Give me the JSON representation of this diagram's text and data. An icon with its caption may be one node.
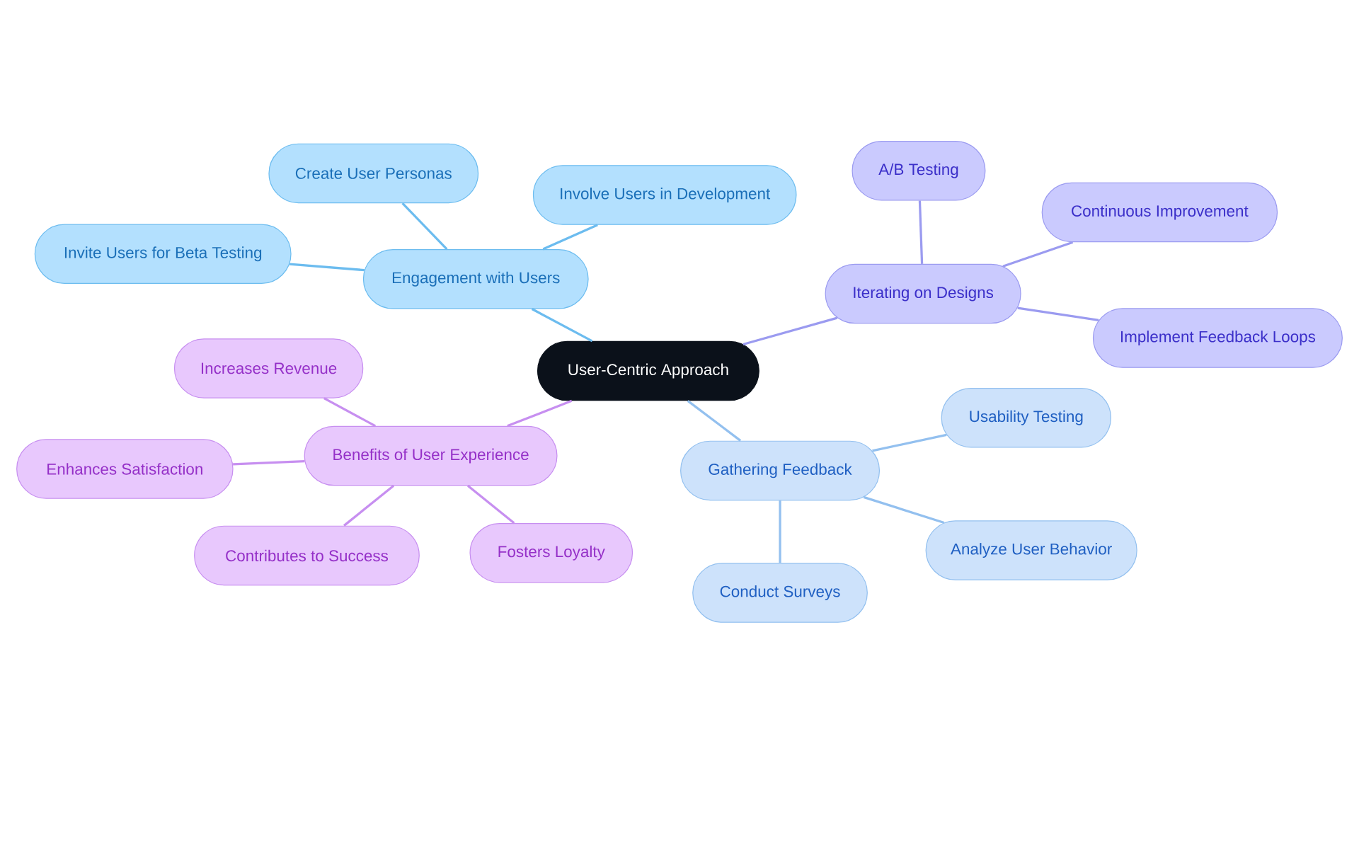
{
  "diagram": {
    "nodes": [
      {
        "text": [
          "User-Centric Approach"
        ]
      },
      {
        "text": [
          "Engagement with Users"
        ]
      },
      {
        "text": [
          "Create User Personas"
        ]
      },
      {
        "text": [
          "Involve Users in Development"
        ]
      },
      {
        "text": [
          "Invite Users for Beta Testing"
        ]
      },
      {
        "text": [
          "Iterating on Designs"
        ]
      },
      {
        "text": [
          "A/B Testing"
        ]
      },
      {
        "text": [
          "Continuous Improvement"
        ]
      },
      {
        "text": [
          "Implement Feedback Loops"
        ]
      },
      {
        "text": [
          "Gathering Feedback"
        ]
      },
      {
        "text": [
          "Usability Testing"
        ]
      },
      {
        "text": [
          "Analyze User Behavior"
        ]
      },
      {
        "text": [
          "Conduct Surveys"
        ]
      },
      {
        "text": [
          "Benefits of User Experience"
        ]
      },
      {
        "text": [
          "Increases Revenue"
        ]
      },
      {
        "text": [
          "Enhances Satisfaction"
        ]
      },
      {
        "text": [
          "Contributes to Success"
        ]
      },
      {
        "text": [
          "Fosters Loyalty"
        ]
      }
    ],
    "edges": [
      {
        "from": 0,
        "to": 1,
        "arrow": "none",
        "color": "#6cbcef"
      },
      {
        "from": 1,
        "to": 2,
        "arrow": "none",
        "color": "#6cbcef"
      },
      {
        "from": 1,
        "to": 3,
        "arrow": "none",
        "color": "#6cbcef"
      },
      {
        "from": 1,
        "to": 4,
        "arrow": "none",
        "color": "#6cbcef"
      },
      {
        "from": 0,
        "to": 5,
        "arrow": "none",
        "color": "#9b9bf0"
      },
      {
        "from": 5,
        "to": 6,
        "arrow": "none",
        "color": "#9b9bf0"
      },
      {
        "from": 5,
        "to": 7,
        "arrow": "none",
        "color": "#9b9bf0"
      },
      {
        "from": 5,
        "to": 8,
        "arrow": "none",
        "color": "#9b9bf0"
      },
      {
        "from": 0,
        "to": 9,
        "arrow": "none",
        "color": "#93c0ef"
      },
      {
        "from": 9,
        "to": 10,
        "arrow": "none",
        "color": "#93c0ef"
      },
      {
        "from": 9,
        "to": 11,
        "arrow": "none",
        "color": "#93c0ef"
      },
      {
        "from": 9,
        "to": 12,
        "arrow": "none",
        "color": "#93c0ef"
      },
      {
        "from": 0,
        "to": 13,
        "arrow": "none",
        "color": "#c78ff0"
      },
      {
        "from": 13,
        "to": 14,
        "arrow": "none",
        "color": "#c78ff0"
      },
      {
        "from": 13,
        "to": 15,
        "arrow": "none",
        "color": "#c78ff0"
      },
      {
        "from": 13,
        "to": 16,
        "arrow": "none",
        "color": "#c78ff0"
      },
      {
        "from": 13,
        "to": 17,
        "arrow": "none",
        "color": "#c78ff0"
      }
    ]
  }
}
